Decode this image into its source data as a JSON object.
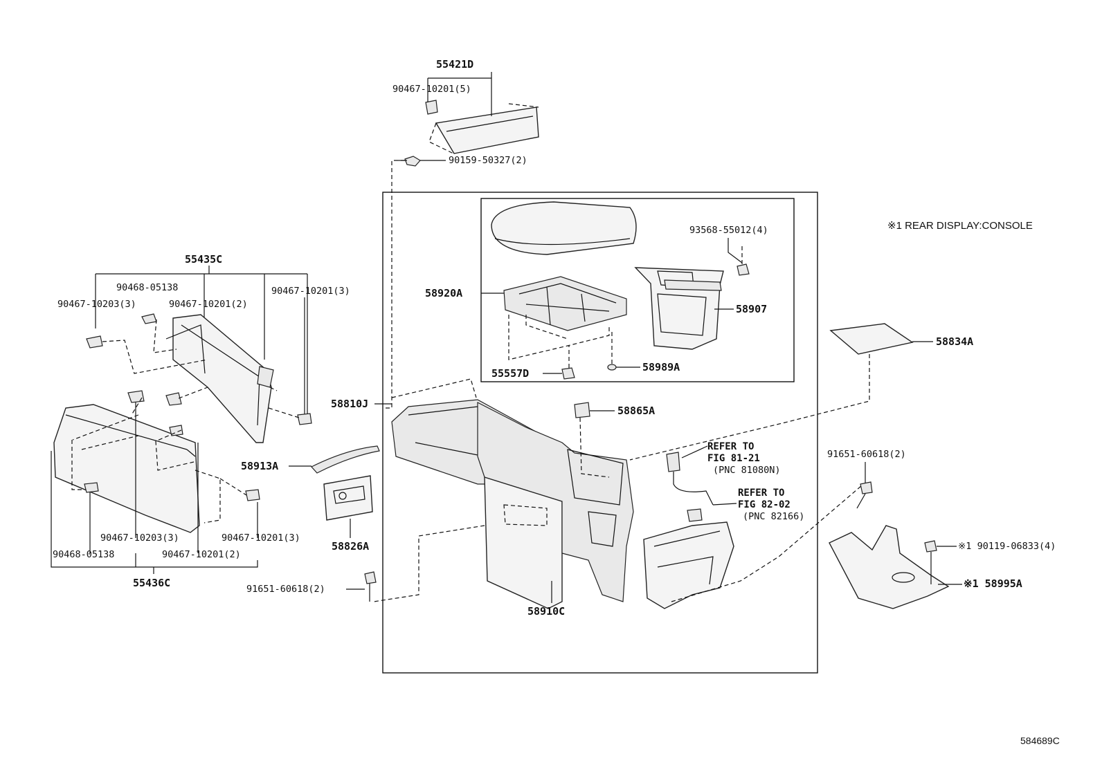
{
  "note": "※1 REAR DISPLAY:CONSOLE",
  "diagram_id": "584689C",
  "labels": {
    "p55421D": "55421D",
    "p90467_10201_5": "90467-10201(5)",
    "p90159_50327_2": "90159-50327(2)",
    "p55435C": "55435C",
    "p90468_05138_top": "90468-05138",
    "p90467_10203_3_top": "90467-10203(3)",
    "p90467_10201_2_top": "90467-10201(2)",
    "p90467_10201_3_top": "90467-10201(3)",
    "p58920A": "58920A",
    "p93568_55012_4": "93568-55012(4)",
    "p58907": "58907",
    "p55557D": "55557D",
    "p58989A": "58989A",
    "p58834A": "58834A",
    "p58810J": "58810J",
    "p58865A": "58865A",
    "ref1_line1": "REFER TO",
    "ref1_line2": "FIG 81-21",
    "ref1_line3": "(PNC 81080N)",
    "ref2_line1": "REFER TO",
    "ref2_line2": "FIG 82-02",
    "ref2_line3": "(PNC 82166)",
    "p91651_60618_2_right": "91651-60618(2)",
    "p58913A": "58913A",
    "p58826A": "58826A",
    "p90467_10203_3_bot": "90467-10203(3)",
    "p90467_10201_3_bot": "90467-10201(3)",
    "p90468_05138_bot": "90468-05138",
    "p90467_10201_2_bot": "90467-10201(2)",
    "p55436C": "55436C",
    "p91651_60618_2_left": "91651-60618(2)",
    "p58910C": "58910C",
    "p90119_06833_4": "※1 90119-06833(4)",
    "p58995A": "※1 58995A"
  }
}
